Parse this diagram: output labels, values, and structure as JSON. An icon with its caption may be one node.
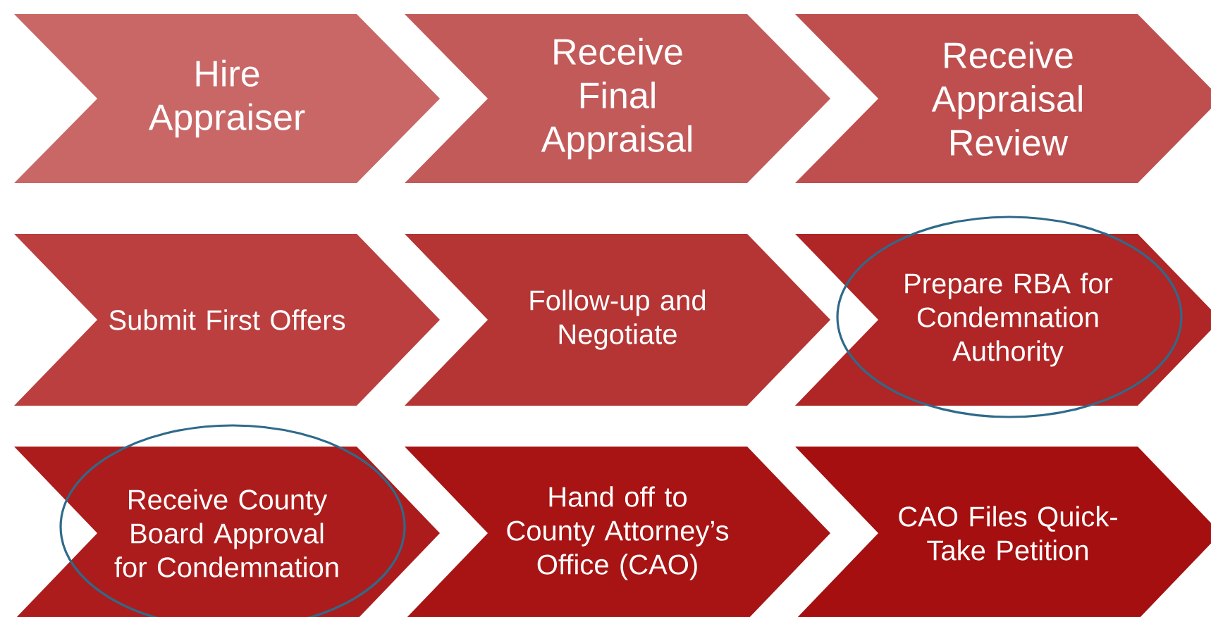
{
  "diagram": {
    "nodes": [
      {
        "text": [
          "Hire Appraiser"
        ]
      },
      {
        "text": [
          "Receive Final Appraisal"
        ]
      },
      {
        "text": [
          "Receive Appraisal Review"
        ]
      },
      {
        "text": [
          "Submit First Offers"
        ]
      },
      {
        "text": [
          "Follow-up and Negotiate"
        ]
      },
      {
        "text": [
          "Prepare RBA for Condemnation Authority"
        ]
      },
      {
        "text": [
          "Receive County Board Approval for Condemnation"
        ]
      },
      {
        "text": [
          "Hand off to County Attorney’s Office (CAO)"
        ]
      },
      {
        "text": [
          "CAO Files Quick-Take Petition"
        ]
      }
    ]
  }
}
